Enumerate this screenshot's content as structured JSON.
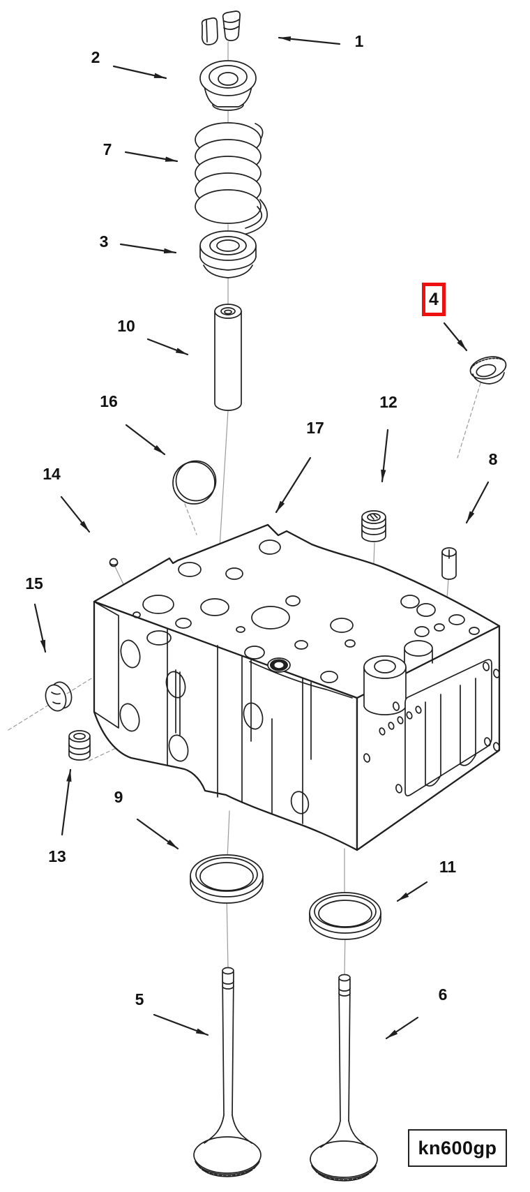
{
  "diagram": {
    "drawing_code": "kn600gp",
    "highlighted_callout": "4",
    "colors": {
      "highlight": "#ee1111",
      "line": "#1f1f1f",
      "leader": "#9a9a9a",
      "background": "#ffffff"
    },
    "callouts": [
      {
        "label": "1"
      },
      {
        "label": "2"
      },
      {
        "label": "7"
      },
      {
        "label": "3"
      },
      {
        "label": "10"
      },
      {
        "label": "16"
      },
      {
        "label": "14"
      },
      {
        "label": "15"
      },
      {
        "label": "13"
      },
      {
        "label": "9"
      },
      {
        "label": "17"
      },
      {
        "label": "12"
      },
      {
        "label": "4",
        "highlighted": true
      },
      {
        "label": "8"
      },
      {
        "label": "11"
      },
      {
        "label": "5"
      },
      {
        "label": "6"
      }
    ]
  }
}
